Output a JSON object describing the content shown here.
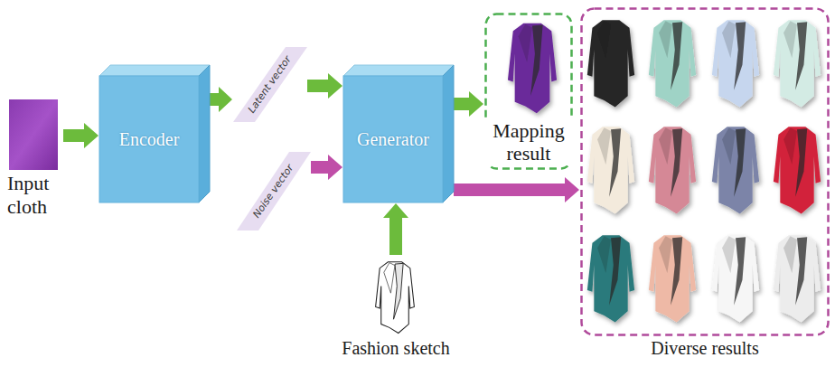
{
  "diagram": {
    "nodes": [
      {
        "text": [
          "Input cloth"
        ]
      },
      {
        "text": [
          "Encoder"
        ]
      },
      {
        "text": [
          "Latent vector"
        ]
      },
      {
        "text": [
          "Noise vector"
        ]
      },
      {
        "text": [
          "Generator"
        ]
      },
      {
        "text": [
          "Mapping result"
        ]
      },
      {
        "text": [
          "Fashion sketch"
        ]
      },
      {
        "text": [
          "Diverse results"
        ]
      }
    ],
    "edges": [
      {
        "from": 0,
        "to": 1,
        "arrow": "to"
      },
      {
        "from": 1,
        "to": 2,
        "arrow": "to"
      },
      {
        "from": 2,
        "to": 4,
        "arrow": "to"
      },
      {
        "from": 3,
        "to": 4,
        "arrow": "to"
      },
      {
        "from": 4,
        "to": 5,
        "arrow": "to"
      },
      {
        "from": 6,
        "to": 4,
        "arrow": "to"
      },
      {
        "from": 4,
        "to": 7,
        "arrow": "to"
      }
    ]
  }
}
